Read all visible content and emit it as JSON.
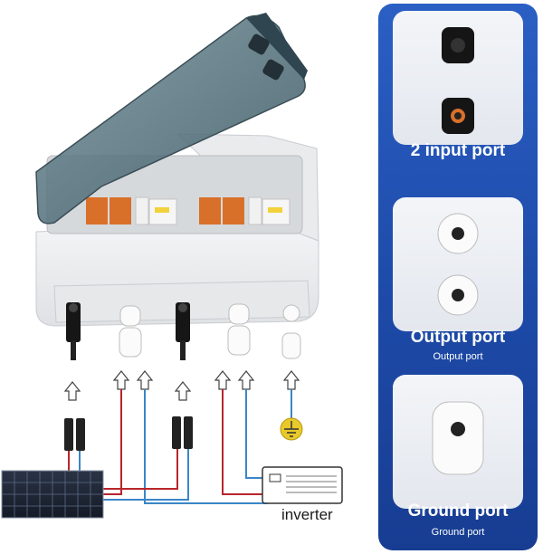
{
  "diagram": {
    "inverter_label": "inverter"
  },
  "ports_panel": {
    "input": {
      "title": "2 input port"
    },
    "output": {
      "title": "Output port",
      "subtitle": "Output port"
    },
    "ground": {
      "title": "Ground port",
      "subtitle": "Ground port"
    }
  },
  "colors": {
    "panel_blue": "#1d4aa8",
    "wire_red": "#b8262b",
    "wire_blue": "#3a86c8",
    "ground_yellow": "#e9c92a",
    "breaker_orange": "#d9702a"
  }
}
